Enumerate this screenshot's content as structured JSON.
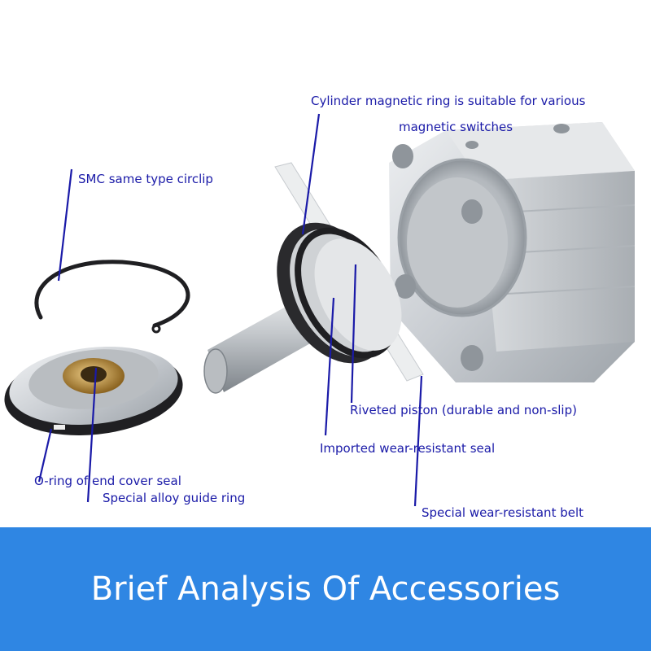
{
  "colors": {
    "label_text": "#1a1aa8",
    "leader_line": "#1a1aa8",
    "banner_bg": "#2f86e3",
    "banner_text": "#ffffff",
    "aluminium": "#cfd3d7",
    "seal_black": "#1f1f22",
    "bronze": "#b58a3a"
  },
  "labels": {
    "magnetic_ring_line1": "Cylinder magnetic ring is suitable for various",
    "magnetic_ring_line2": "magnetic switches",
    "circlip": "SMC same type circlip",
    "riveted_piston": "Riveted piston (durable and non-slip)",
    "imported_seal": "Imported wear-resistant seal",
    "o_ring": "O-ring of end cover seal",
    "guide_ring": "Special alloy guide ring",
    "wear_belt": "Special wear-resistant belt"
  },
  "banner": {
    "title": "Brief Analysis Of Accessories"
  },
  "icons": [
    "circlip-ring",
    "end-cover-disc",
    "piston-rod",
    "cylinder-body"
  ]
}
